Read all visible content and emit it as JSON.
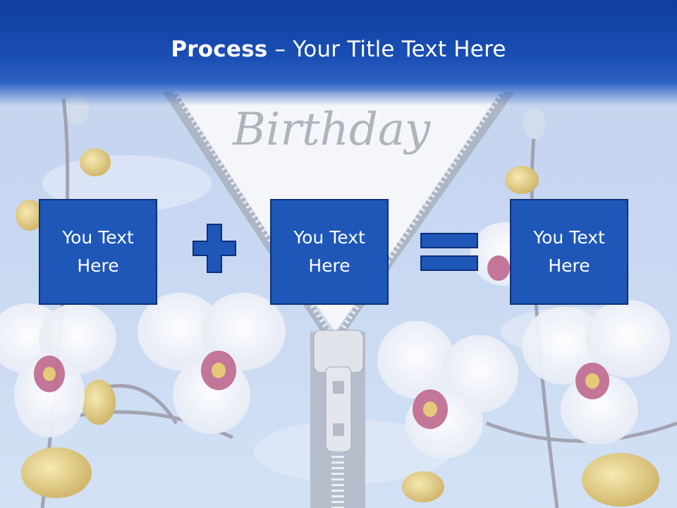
{
  "title": {
    "bold": "Process",
    "dash": " – ",
    "rest": "Your Title Text Here"
  },
  "background": {
    "script_text": "Birthday"
  },
  "boxes": [
    {
      "text": "You Text\nHere"
    },
    {
      "text": "You Text\nHere"
    },
    {
      "text": "You Text\nHere"
    }
  ],
  "colors": {
    "header": "#1a4fb5",
    "box_fill": "#1e57b8",
    "box_border": "#0e2f78",
    "text": "#ffffff"
  }
}
